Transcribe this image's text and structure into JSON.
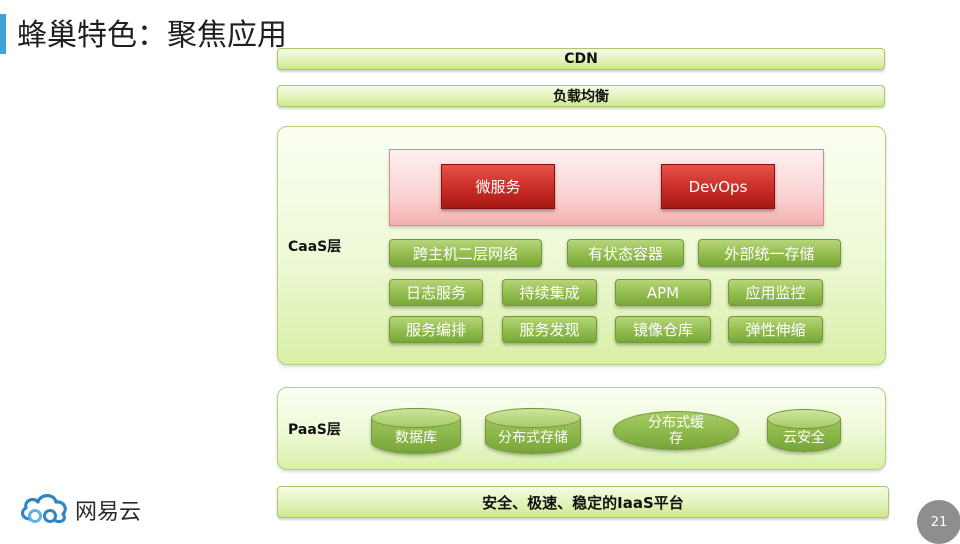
{
  "title": "蜂巢特色：聚焦应用",
  "bars": {
    "cdn": "CDN",
    "load_balance": "负载均衡",
    "iaas": "安全、极速、稳定的IaaS平台"
  },
  "caas": {
    "label": "CaaS层",
    "highlight": [
      "微服务",
      "DevOps"
    ],
    "items": [
      "跨主机二层网络",
      "有状态容器",
      "外部统一存储",
      "日志服务",
      "持续集成",
      "APM",
      "应用监控",
      "服务编排",
      "服务发现",
      "镜像仓库",
      "弹性伸缩"
    ]
  },
  "paas": {
    "label": "PaaS层",
    "items": [
      "数据库",
      "分布式存储",
      "分布式缓存",
      "云安全"
    ]
  },
  "brand": {
    "name": "网易云",
    "icon": "cloud-logo-icon"
  },
  "page_number": "21",
  "colors": {
    "accent": "#3fa3d8",
    "green_chip": "#8db84a",
    "panel_green": "#eef9d6",
    "red_button": "#c62a25",
    "pink_box": "#fbd3d3"
  }
}
